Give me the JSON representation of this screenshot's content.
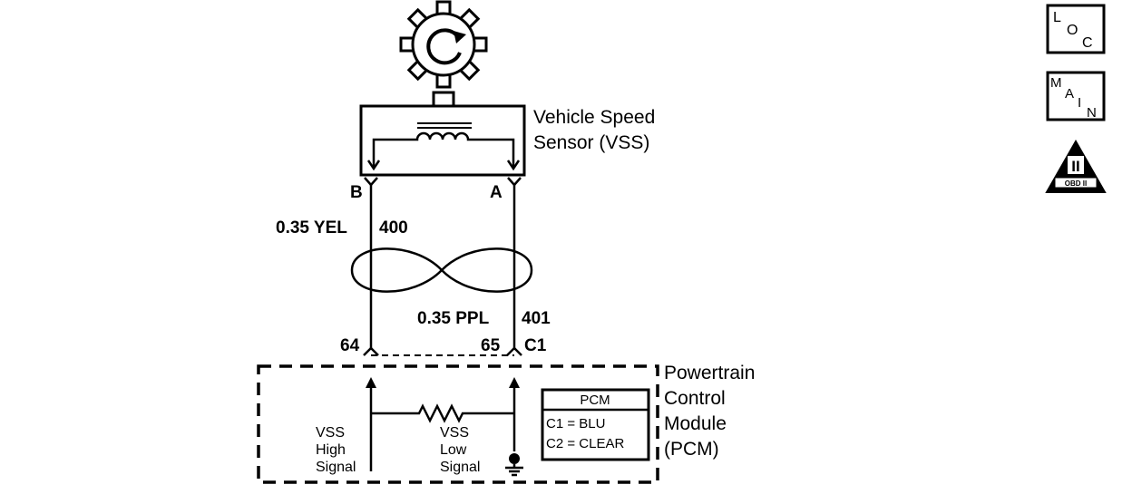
{
  "sensor": {
    "name_line1": "Vehicle Speed",
    "name_line2": "Sensor (VSS)",
    "terminal_b": "B",
    "terminal_a": "A"
  },
  "wires": {
    "left_wire_label": "0.35 YEL",
    "left_circuit": "400",
    "right_wire_label": "0.35 PPL",
    "right_circuit": "401"
  },
  "pcm_connector": {
    "pin_left": "64",
    "pin_right": "65",
    "connector": "C1"
  },
  "module": {
    "name_line1": "Powertrain",
    "name_line2": "Control",
    "name_line3": "Module",
    "name_line4": "(PCM)",
    "high_signal_line1": "VSS",
    "high_signal_line2": "High",
    "high_signal_line3": "Signal",
    "low_signal_line1": "VSS",
    "low_signal_line2": "Low",
    "low_signal_line3": "Signal",
    "legend_title": "PCM",
    "legend_c1": "C1 = BLU",
    "legend_c2": "C2 = CLEAR"
  },
  "nav_icons": {
    "loc_l": "L",
    "loc_o": "O",
    "loc_c": "C",
    "main_m": "M",
    "main_a": "A",
    "main_i": "I",
    "main_n": "N",
    "obd_roman": "II",
    "obd_text": "OBD II",
    "loc_icon": "loc-icon",
    "main_icon": "main-icon",
    "obd_icon": "obd-ii-icon"
  }
}
